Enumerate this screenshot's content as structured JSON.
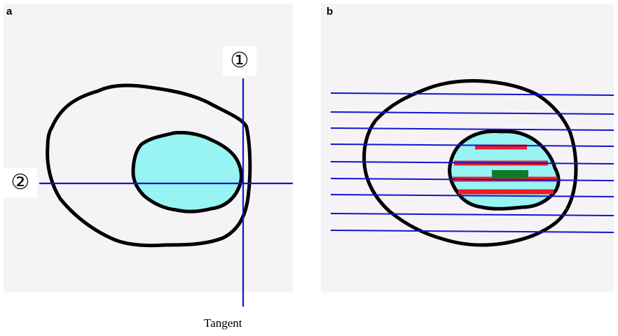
{
  "panel_a": {
    "label": "a",
    "marker_1": "①",
    "marker_2": "②",
    "tangent_caption": "Tangent"
  },
  "panel_b": {
    "label": "b"
  },
  "colors": {
    "background": "#f6f3f6",
    "outline": "#000000",
    "tumor_fill": "#98f3f3",
    "scan_line": "#1414d2",
    "highlight_red": "#ee1b22",
    "highlight_green": "#0f7a2a"
  }
}
